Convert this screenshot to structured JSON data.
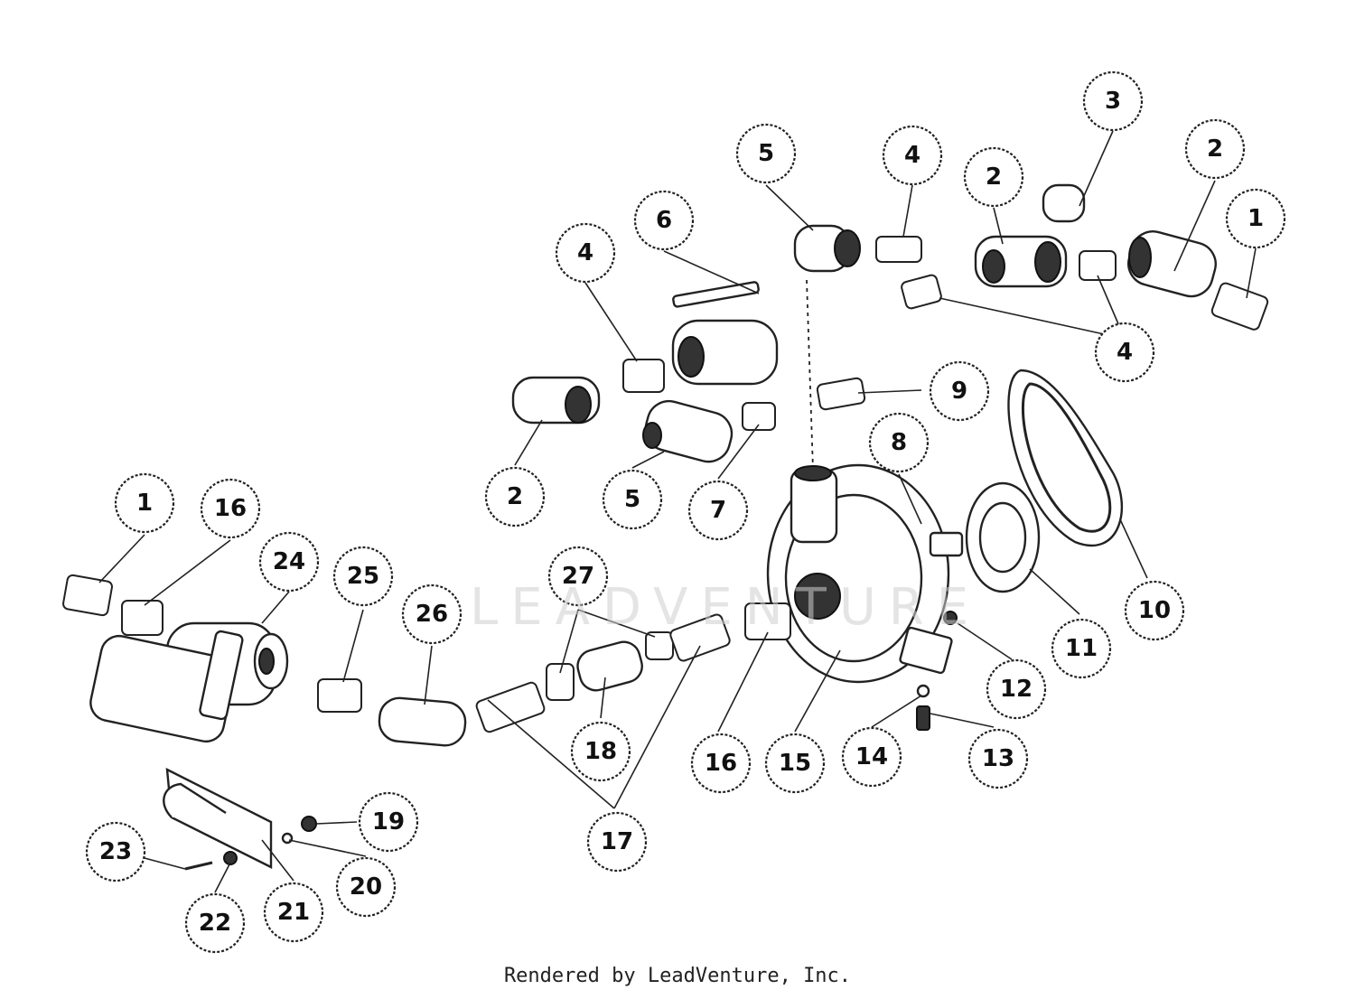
{
  "watermark": "LEADVENTURE",
  "credit": "Rendered by LeadVenture, Inc.",
  "callouts": [
    {
      "id": "c1a",
      "label": "1"
    },
    {
      "id": "c1b",
      "label": "1"
    },
    {
      "id": "c2a",
      "label": "2"
    },
    {
      "id": "c2b",
      "label": "2"
    },
    {
      "id": "c2c",
      "label": "2"
    },
    {
      "id": "c3",
      "label": "3"
    },
    {
      "id": "c4a",
      "label": "4"
    },
    {
      "id": "c4b",
      "label": "4"
    },
    {
      "id": "c4c",
      "label": "4"
    },
    {
      "id": "c5a",
      "label": "5"
    },
    {
      "id": "c5b",
      "label": "5"
    },
    {
      "id": "c6",
      "label": "6"
    },
    {
      "id": "c7",
      "label": "7"
    },
    {
      "id": "c8",
      "label": "8"
    },
    {
      "id": "c9",
      "label": "9"
    },
    {
      "id": "c10",
      "label": "10"
    },
    {
      "id": "c11",
      "label": "11"
    },
    {
      "id": "c12",
      "label": "12"
    },
    {
      "id": "c13",
      "label": "13"
    },
    {
      "id": "c14",
      "label": "14"
    },
    {
      "id": "c15",
      "label": "15"
    },
    {
      "id": "c16a",
      "label": "16"
    },
    {
      "id": "c16b",
      "label": "16"
    },
    {
      "id": "c17",
      "label": "17"
    },
    {
      "id": "c18",
      "label": "18"
    },
    {
      "id": "c19",
      "label": "19"
    },
    {
      "id": "c20",
      "label": "20"
    },
    {
      "id": "c21",
      "label": "21"
    },
    {
      "id": "c22",
      "label": "22"
    },
    {
      "id": "c23",
      "label": "23"
    },
    {
      "id": "c24",
      "label": "24"
    },
    {
      "id": "c25",
      "label": "25"
    },
    {
      "id": "c26",
      "label": "26"
    },
    {
      "id": "c27",
      "label": "27"
    }
  ]
}
